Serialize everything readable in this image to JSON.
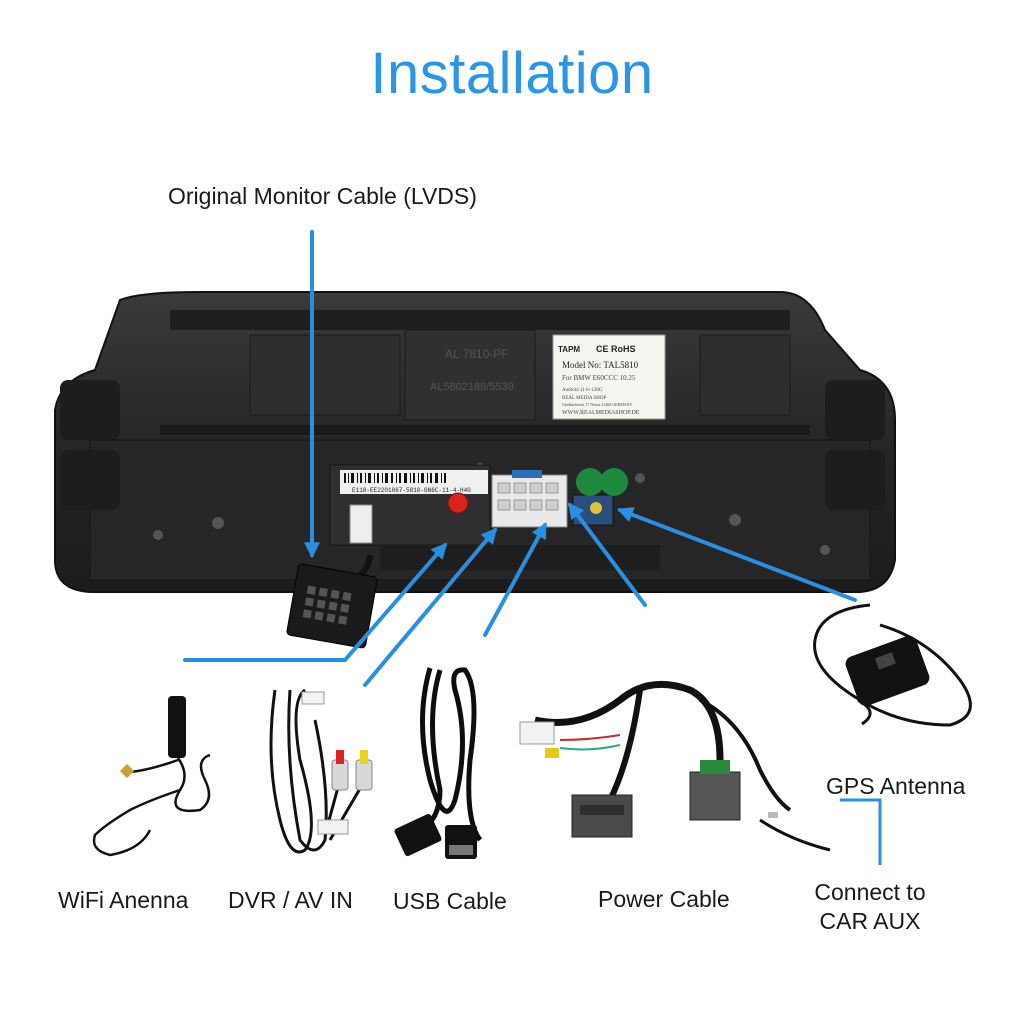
{
  "title": "Installation",
  "labels": {
    "lvds": "Original Monitor Cable (LVDS)",
    "wifi": "WiFi Anenna",
    "dvr": "DVR / AV IN",
    "usb": "USB Cable",
    "power": "Power Cable",
    "gps": "GPS Antenna",
    "aux_line1": "Connect to",
    "aux_line2": "CAR AUX"
  },
  "unit_markings": {
    "model_plate": "AL 7810-PF",
    "serial": "AL5802188/5539",
    "barcode_text": "E118-EE2201067-5810-GN6C-11-4-H4G",
    "sticker_brand": "TAPM",
    "sticker_marks": "CE RoHS",
    "sticker_model": "Model No: TAL5810",
    "sticker_for": "For BMW E60CCC 10.25",
    "sticker_line1": "Android 11 6+128G",
    "sticker_line2": "REAL MEDIA SHOP",
    "sticker_line3": "Gladbacherstr 17 Neuss 41460 GERMANY",
    "sticker_url": "WWW.REALMEDIASHOP.DE"
  },
  "colors": {
    "title": "#2b95e6",
    "arrow": "#2b8fe0",
    "housing": "#2a2a2a",
    "text": "#1a1a1a"
  }
}
